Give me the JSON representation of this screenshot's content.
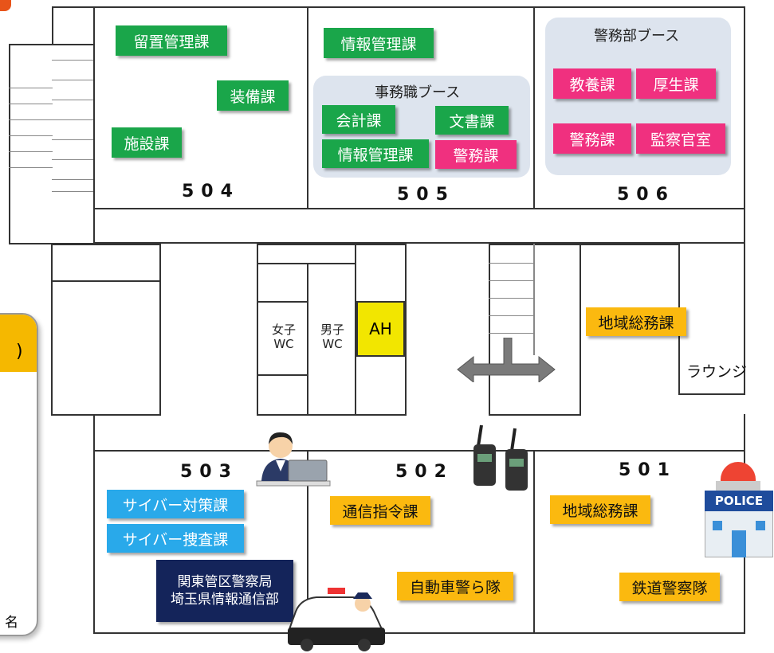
{
  "rooms": {
    "r504": {
      "number": "504",
      "labels": [
        "留置管理課",
        "装備課",
        "施設課"
      ]
    },
    "r505": {
      "number": "505",
      "top_label": "情報管理課",
      "booth_title": "事務職ブース",
      "booth_labels": [
        "会計課",
        "文書課",
        "情報管理課",
        "警務課"
      ]
    },
    "r506": {
      "number": "506",
      "booth_title": "警務部ブース",
      "booth_labels": [
        "教養課",
        "厚生課",
        "警務課",
        "監察官室"
      ]
    },
    "r503": {
      "number": "503",
      "labels": [
        "サイバー対策課",
        "サイバー捜査課"
      ],
      "bureau_line1": "関東管区警察局",
      "bureau_line2": "埼玉県情報通信部"
    },
    "r502": {
      "number": "502",
      "labels": [
        "通信指令課",
        "自動車警ら隊"
      ]
    },
    "r501": {
      "number": "501",
      "labels": [
        "地域総務課",
        "鉄道警察隊"
      ]
    }
  },
  "core": {
    "womens_wc": {
      "line1": "女子",
      "line2": "WC"
    },
    "mens_wc": {
      "line1": "男子",
      "line2": "WC"
    },
    "ah": "AH",
    "east_label": "地域総務課",
    "lounge": "ラウンジ"
  },
  "police_sign": "POLICE",
  "sidebar": {
    "bracket": ")",
    "tail_text": "名"
  },
  "colors": {
    "green": "#1aa64a",
    "pink": "#f0307f",
    "yellow": "#fbb90f",
    "blue": "#29a9ea",
    "navy": "#14245a",
    "booth": "#dde4ee",
    "ah": "#f2e600"
  }
}
